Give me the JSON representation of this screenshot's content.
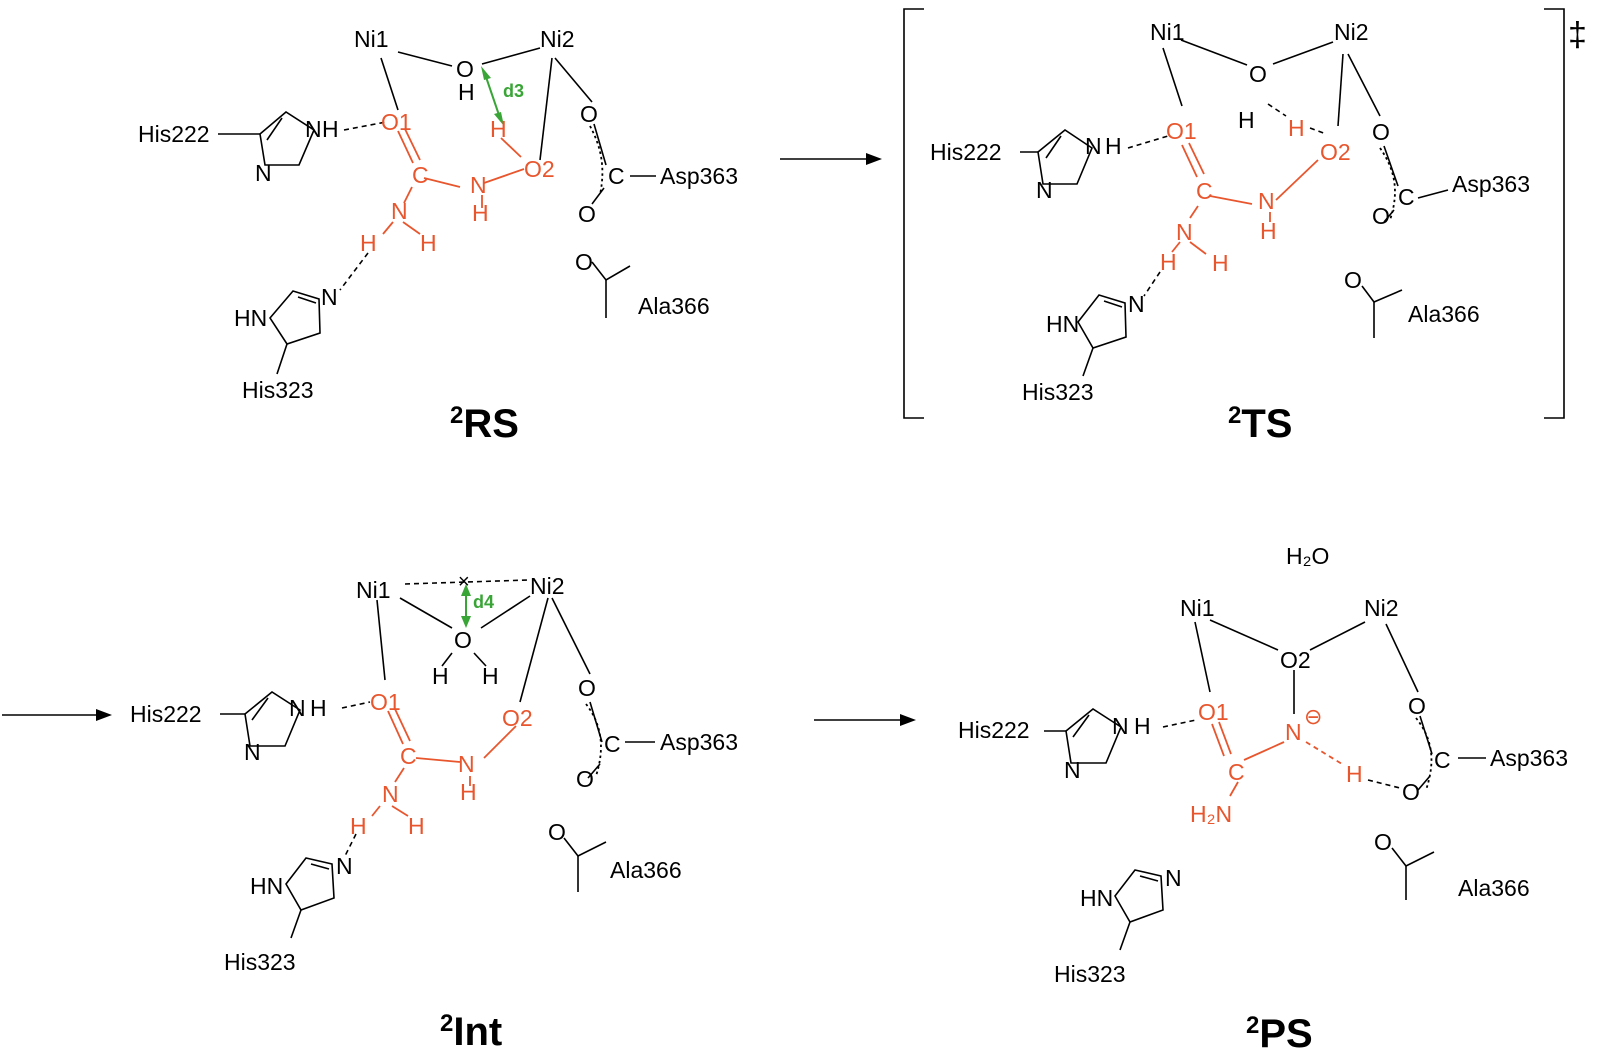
{
  "states": [
    {
      "title": "RS",
      "spin": "2",
      "labels": {
        "ni1": "Ni1",
        "ni2": "Ni2",
        "o": "O",
        "h_bridge": "H",
        "d": "d3",
        "his222": "His222",
        "his222_n1": "N",
        "his222_h": "H",
        "his222_n2": "N",
        "o1": "O1",
        "c": "C",
        "n_center": "N",
        "n_h": "H",
        "o2": "O2",
        "oh_h": "H",
        "nh2_n": "N",
        "nh2_h1": "H",
        "nh2_h2": "H",
        "asp_o1": "O",
        "asp_c": "C",
        "asp": "Asp363",
        "asp_o2": "O",
        "ala_o": "O",
        "ala": "Ala366",
        "his323_hn": "HN",
        "his323_n": "N",
        "his323": "His323"
      }
    },
    {
      "title": "TS",
      "spin": "2",
      "dagger": "‡",
      "labels": {
        "ni1": "Ni1",
        "ni2": "Ni2",
        "o": "O",
        "h_bridge": "H",
        "his222": "His222",
        "his222_n1": "N",
        "his222_h": "H",
        "his222_n2": "N",
        "o1": "O1",
        "c": "C",
        "n_center": "N",
        "n_h": "H",
        "o2": "O2",
        "oh_h": "H",
        "nh2_n": "N",
        "nh2_h1": "H",
        "nh2_h2": "H",
        "asp_o1": "O",
        "asp_c": "C",
        "asp": "Asp363",
        "asp_o2": "O",
        "ala_o": "O",
        "ala": "Ala366",
        "his323_hn": "HN",
        "his323_n": "N",
        "his323": "His323"
      }
    },
    {
      "title": "Int",
      "spin": "2",
      "labels": {
        "ni1": "Ni1",
        "ni2": "Ni2",
        "o": "O",
        "h_left": "H",
        "h_right": "H",
        "d": "d4",
        "x": "×",
        "his222": "His222",
        "his222_n1": "N",
        "his222_h": "H",
        "his222_n2": "N",
        "o1": "O1",
        "c": "C",
        "n_center": "N",
        "n_h": "H",
        "o2": "O2",
        "nh2_n": "N",
        "nh2_h1": "H",
        "nh2_h2": "H",
        "asp_o1": "O",
        "asp_c": "C",
        "asp": "Asp363",
        "asp_o2": "O",
        "ala_o": "O",
        "ala": "Ala366",
        "his323_hn": "HN",
        "his323_n": "N",
        "his323": "His323"
      }
    },
    {
      "title": "PS",
      "spin": "2",
      "labels": {
        "water": "H₂O",
        "ni1": "Ni1",
        "ni2": "Ni2",
        "o2": "O2",
        "his222": "His222",
        "his222_n1": "N",
        "his222_h": "H",
        "his222_n2": "N",
        "o1": "O1",
        "n_minus": "N",
        "charge": "⊖",
        "c": "C",
        "h2n": "H₂N",
        "n_h": "H",
        "asp_o1": "O",
        "asp_c": "C",
        "asp": "Asp363",
        "asp_o2": "O",
        "ala_o": "O",
        "ala": "Ala366",
        "his323_hn": "HN",
        "his323_n": "N",
        "his323": "His323"
      }
    }
  ],
  "colors": {
    "substrate": "#e8562e",
    "distance": "#3aa537",
    "default": "#000000"
  }
}
